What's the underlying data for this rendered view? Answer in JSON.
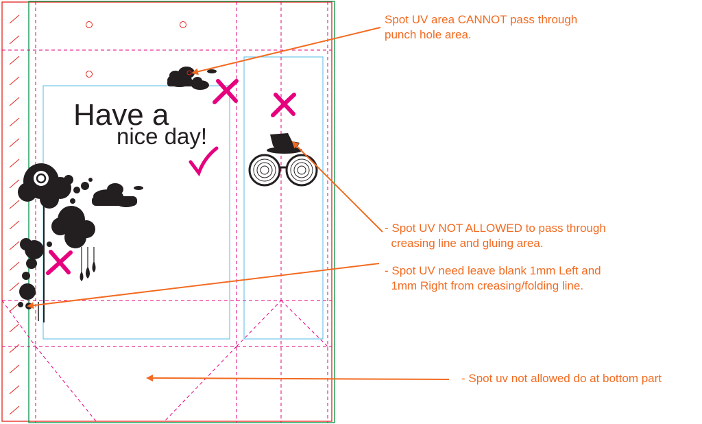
{
  "artwork": {
    "headline": "Have a",
    "subline": "nice day!"
  },
  "annotations": {
    "punch_hole_line1": "Spot UV area CANNOT pass through",
    "punch_hole_line2": "punch hole area.",
    "creasing_line1": "- Spot UV NOT ALLOWED to pass through",
    "creasing_line2": "  creasing line and gluing area.",
    "blank_line1": "- Spot UV need leave blank 1mm Left and",
    "blank_line2": "  1mm Right from creasing/folding line.",
    "bottom_line1": "- Spot uv not allowed do at bottom part"
  },
  "colors": {
    "annotation": "#f26b21",
    "dieline": "#e6007e",
    "bleed": "#e2231a",
    "trim": "#009245",
    "safe": "#29abe2",
    "artwork": "#231f20",
    "mark": "#e6007e"
  },
  "icons": [
    "cloud-icon",
    "cross-mark-icon",
    "check-mark-icon",
    "hat-icon",
    "glasses-icon",
    "gear-bubble-icon",
    "drip-icon"
  ]
}
